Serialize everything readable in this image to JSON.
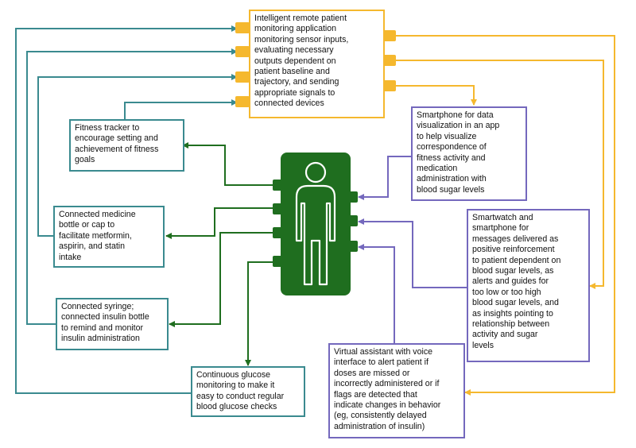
{
  "colors": {
    "teal": "#3a8a8f",
    "yellow": "#f5b82e",
    "purple": "#7468bd",
    "green": "#1f6e1f",
    "connector": "#f5b82e"
  },
  "icons": {
    "central_device": "human-figure-icon"
  },
  "boxes": {
    "monitoring_app": "Intelligent remote patient\nmonitoring application\nmonitoring sensor inputs,\nevaluating necessary\noutputs dependent on\npatient baseline and\ntrajectory, and sending\nappropriate signals to\nconnected devices",
    "fitness_tracker": "Fitness tracker to\nencourage setting and\nachievement of fitness\ngoals",
    "medicine_bottle": "Connected medicine\nbottle or  cap to\nfacilitate metformin,\naspirin, and statin\nintake",
    "syringe": "Connected syringe;\nconnected insulin bottle\nto remind and monitor\ninsulin administration",
    "glucose": "Continuous glucose\nmonitoring to make it\neasy to conduct regular\nblood glucose checks",
    "smartphone": "Smartphone for data\nvisualization in an app\nto help visualize\ncorrespondence of\nfitness activity and\nmedication\nadministration with\nblood sugar levels",
    "smartwatch": "Smartwatch and\nsmartphone for\nmessages delivered as\npositive reinforcement\nto patient dependent on\nblood sugar levels, as\nalerts and guides for\ntoo low or too high\nblood sugar levels, and\nas insights pointing to\nrelationship between\nactivity and sugar\nlevels",
    "assistant": "Virtual assistant with voice\ninterface to alert patient if\ndoses are missed or\nincorrectly administered or if\nflags are detected that\nindicate changes in  behavior\n(eg, consistently delayed\nadministration of insulin)"
  }
}
